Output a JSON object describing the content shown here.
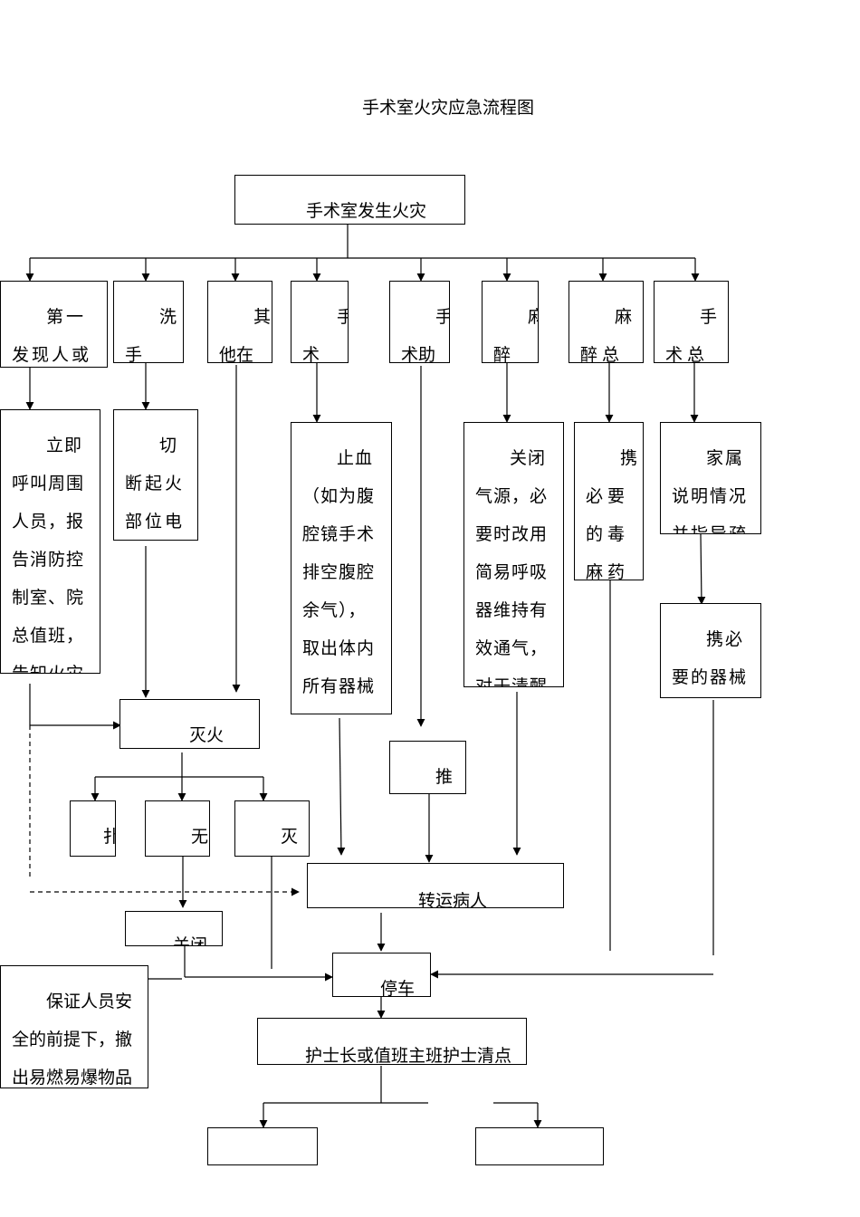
{
  "title": "手术室火灾应急流程图",
  "nodes": {
    "fire": "手术室发生火灾",
    "finder": "第一发现人或",
    "scrub": "洗手",
    "others": "其他在",
    "surgeon": "手术",
    "assistant": "手术助",
    "anes_doc": "麻醉",
    "anes_nurse": "麻醉总",
    "circulating": "手术总",
    "call": "立即呼叫周围人员，报告消防控制室、院总值班，告知火灾",
    "cut_power": "切断起火部位电",
    "stop_bleed": "止血（如为腹腔镜手术排空腹腔余气），取出体内所有器械",
    "close_gas": "关闭气源，必要时改用简易呼吸器维持有效通气，对于清醒",
    "carry_drug": "携必要的毒麻药",
    "family": "家属说明情况并指导疏",
    "carry_device": "携必要的器械",
    "extinguish": "灭火",
    "push": "推",
    "b1": "扑",
    "b2": "无",
    "b3": "灭",
    "transfer": "转运病人",
    "b4": "关闭",
    "stop_area": "停车",
    "safety": "保证人员安全的前提下，撤出易燃易爆物品",
    "head_nurse": "护士长或值班主班护士清点"
  }
}
